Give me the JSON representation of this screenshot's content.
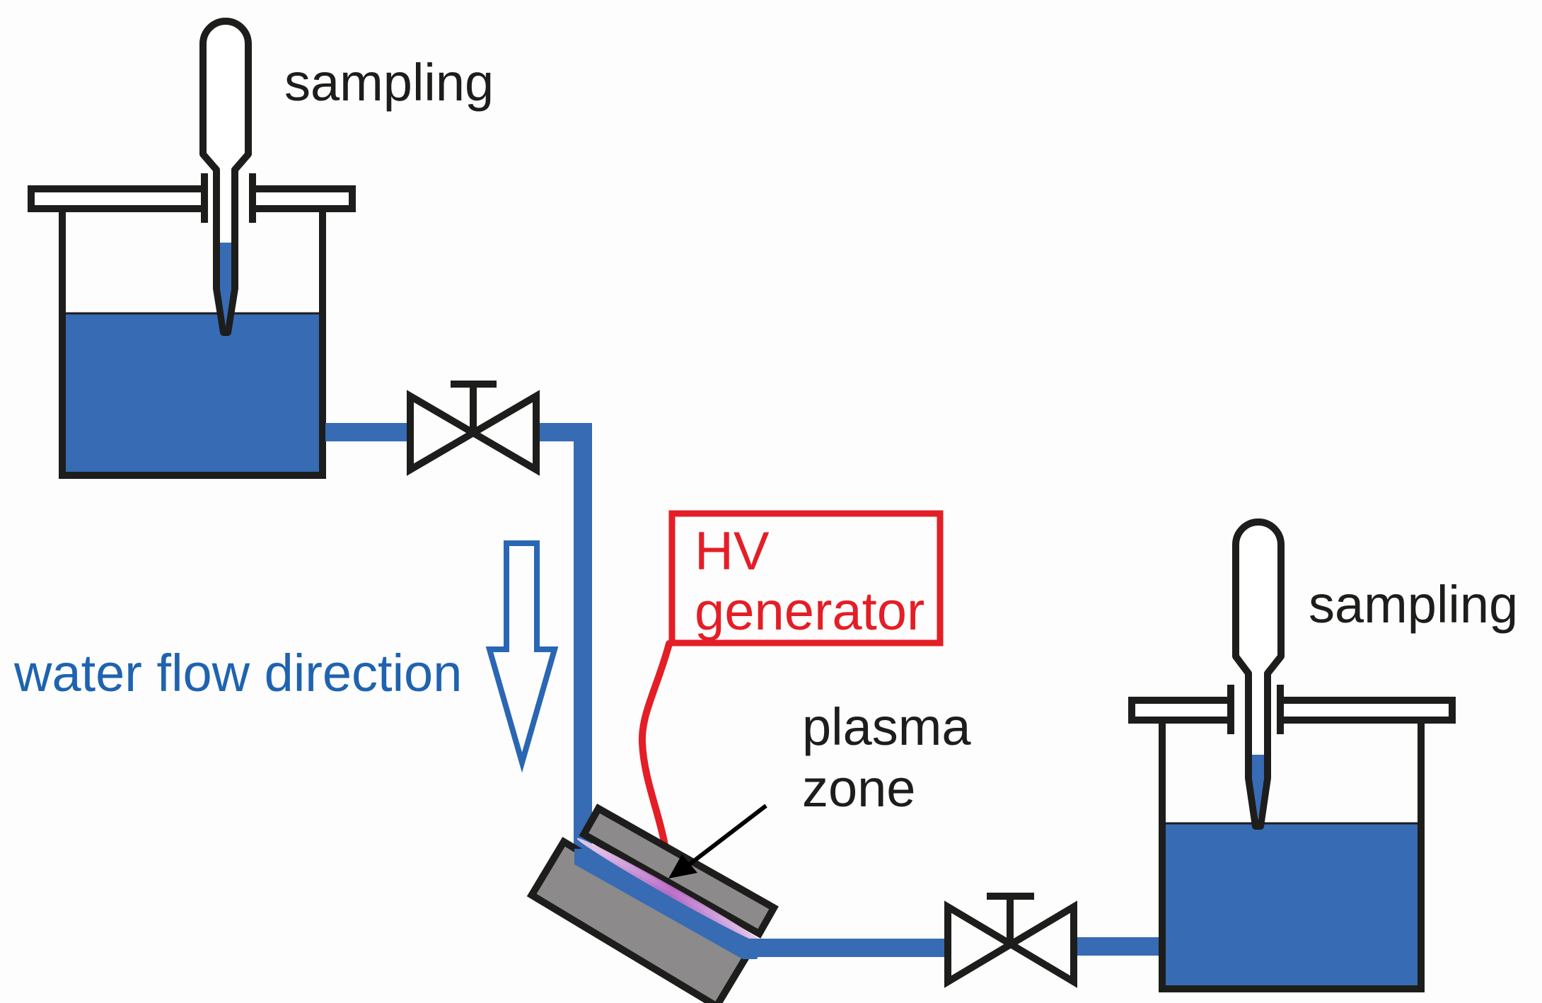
{
  "figure": {
    "title": "Plasma water treatment flow setup",
    "labels": {
      "sampling_top": "sampling",
      "sampling_bottom": "sampling",
      "hv_line1": "HV",
      "hv_line2": "generator",
      "plasma_line1": "plasma",
      "plasma_line2": "zone",
      "flow_direction": "water flow direction"
    },
    "components": [
      {
        "id": "upper-tank",
        "label": "reservoir with sampling pipette"
      },
      {
        "id": "valve-inlet",
        "label": "valve"
      },
      {
        "id": "plasma-reactor",
        "label": "plasma zone between electrodes"
      },
      {
        "id": "hv-generator",
        "label": "HV generator"
      },
      {
        "id": "valve-outlet",
        "label": "valve"
      },
      {
        "id": "lower-tank",
        "label": "collection tank with sampling pipette"
      }
    ],
    "colors": {
      "water": "#376bb4",
      "outline": "#1d1d1b",
      "high_voltage": "#e41e26",
      "electrode": "#8c8a8b",
      "plasma": "#c77fd0",
      "flow_arrow": "#2a66b3"
    }
  }
}
